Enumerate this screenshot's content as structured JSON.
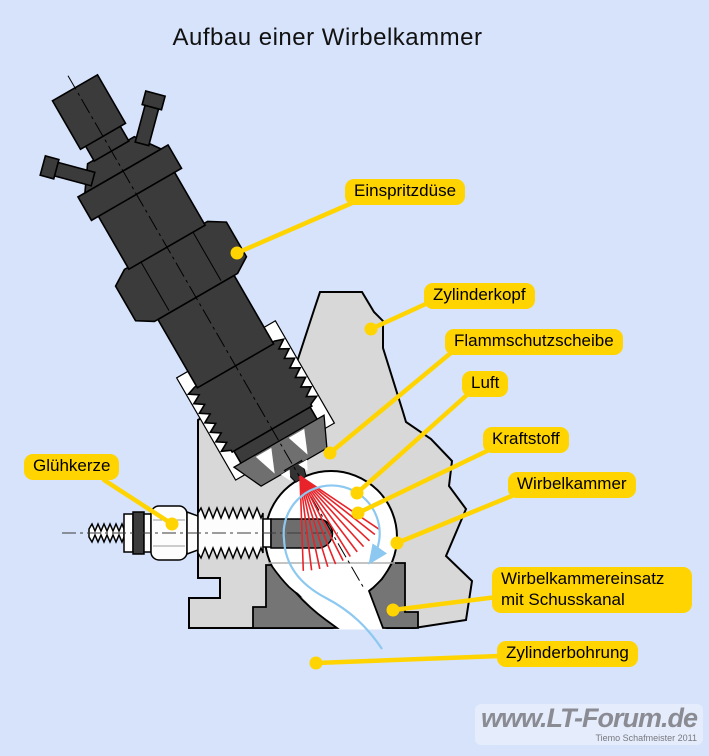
{
  "title": "Aufbau einer Wirbelkammer",
  "labels": {
    "einspritzduese": "Einspritzdüse",
    "zylinderkopf": "Zylinderkopf",
    "flammschutzscheibe": "Flammschutzscheibe",
    "luft": "Luft",
    "kraftstoff": "Kraftstoff",
    "wirbelkammer": "Wirbelkammer",
    "gluehkerze": "Glühkerze",
    "wirbelkammereinsatz": "Wirbelkammereinsatz mit Schusskanal",
    "zylinderbohrung": "Zylinderbohrung"
  },
  "watermark": {
    "site": "www.LT-Forum.de",
    "credit": "Tiemo Schafmeister 2011"
  },
  "colors": {
    "background": "#D6E3FA",
    "label_bg": "#FFD400",
    "head_gray": "#D8D8D8",
    "insert_gray": "#757575",
    "injector_dark": "#3B3B3B",
    "spray_red": "#E82329",
    "air_blue": "#8CC8F0",
    "watermark_gray": "#8B8B94"
  }
}
